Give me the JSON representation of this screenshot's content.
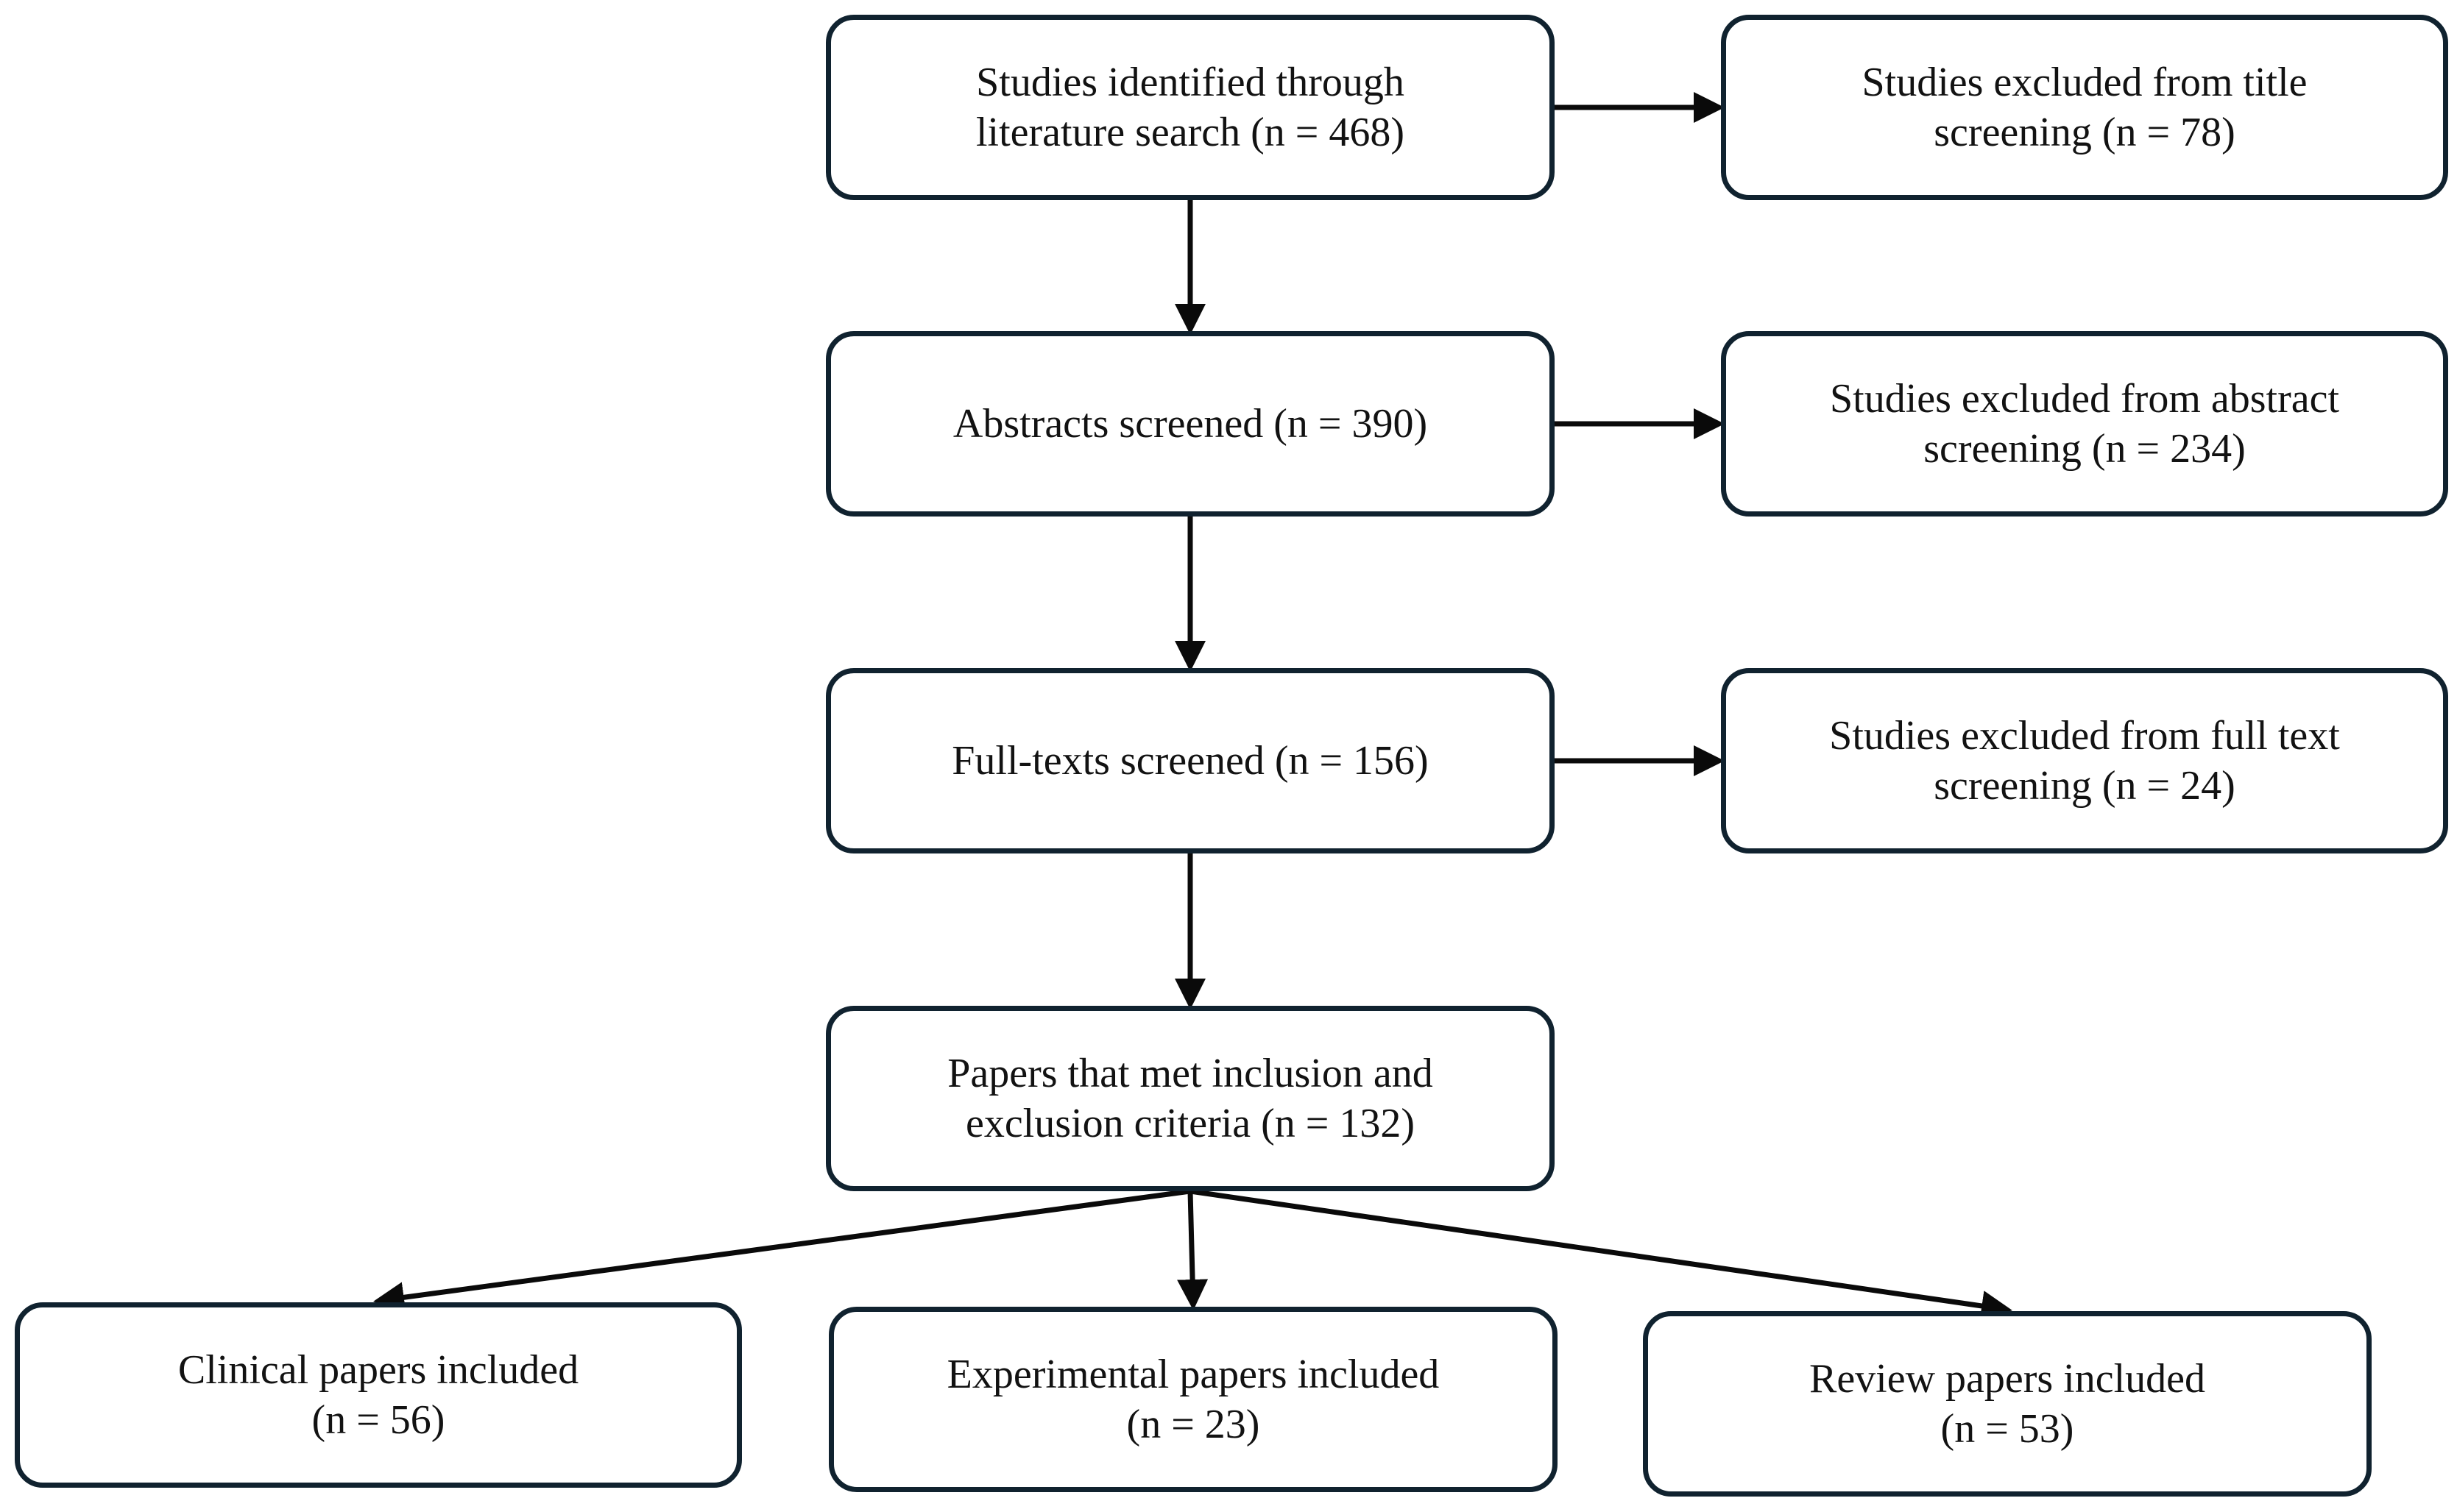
{
  "flowchart": {
    "nodes": [
      {
        "id": "identified",
        "text": "Studies identified through\nliterature search (n = 468)"
      },
      {
        "id": "excluded_title",
        "text": "Studies excluded from title\nscreening (n = 78)"
      },
      {
        "id": "abstracts",
        "text": "Abstracts screened (n = 390)"
      },
      {
        "id": "excluded_abstract",
        "text": "Studies excluded from abstract\nscreening (n = 234)"
      },
      {
        "id": "fulltexts",
        "text": "Full-texts screened (n = 156)"
      },
      {
        "id": "excluded_fulltext",
        "text": "Studies excluded from full text\nscreening (n = 24)"
      },
      {
        "id": "met_criteria",
        "text": "Papers that met inclusion and\nexclusion criteria (n = 132)"
      },
      {
        "id": "clinical",
        "text": "Clinical papers included\n(n = 56)"
      },
      {
        "id": "experimental",
        "text": "Experimental papers included\n(n = 23)"
      },
      {
        "id": "review",
        "text": "Review papers included\n(n = 53)"
      }
    ],
    "edges": [
      {
        "from": "identified",
        "to": "excluded_title"
      },
      {
        "from": "identified",
        "to": "abstracts"
      },
      {
        "from": "abstracts",
        "to": "excluded_abstract"
      },
      {
        "from": "abstracts",
        "to": "fulltexts"
      },
      {
        "from": "fulltexts",
        "to": "excluded_fulltext"
      },
      {
        "from": "fulltexts",
        "to": "met_criteria"
      },
      {
        "from": "met_criteria",
        "to": "clinical"
      },
      {
        "from": "met_criteria",
        "to": "experimental"
      },
      {
        "from": "met_criteria",
        "to": "review"
      }
    ],
    "colors": {
      "stroke": "#10222f",
      "text": "#121212",
      "background": "#ffffff"
    }
  }
}
